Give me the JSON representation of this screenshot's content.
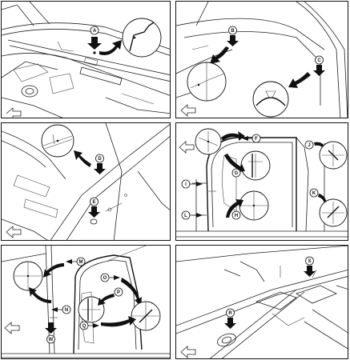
{
  "panels": {
    "p1": {
      "labels": [
        "A"
      ]
    },
    "p2": {
      "labels": [
        "B",
        "C"
      ]
    },
    "p3": {
      "labels": [
        "D",
        "E"
      ]
    },
    "p4": {
      "labels": [
        "F",
        "G",
        "H",
        "I",
        "J",
        "K",
        "L"
      ]
    },
    "p5": {
      "labels": [
        "M",
        "N",
        "O",
        "P",
        "Q",
        "W"
      ]
    },
    "p6": {
      "labels": [
        "R",
        "S"
      ]
    }
  }
}
